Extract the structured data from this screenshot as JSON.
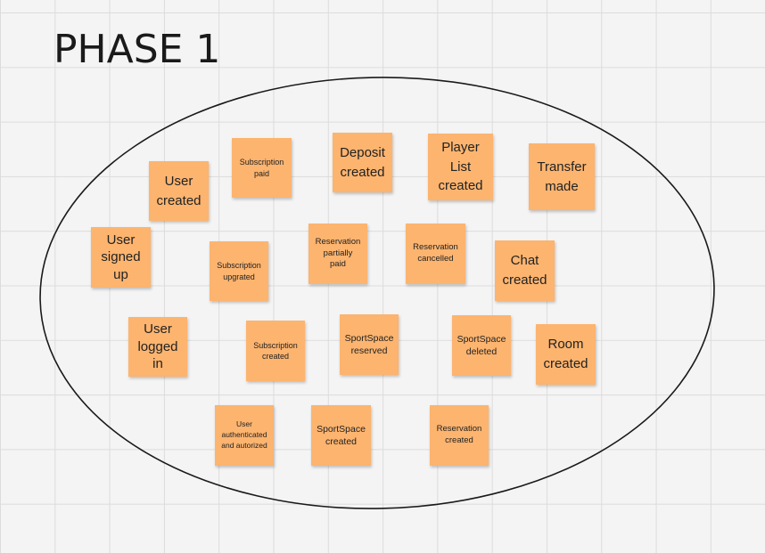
{
  "board": {
    "title": "PHASE 1"
  },
  "notes": {
    "user_created": "User\ncreated",
    "subscription_paid": "Subscription\npaid",
    "deposit_created": "Deposit\ncreated",
    "player_list_created": "Player\nList\ncreated",
    "transfer_made": "Transfer\nmade",
    "user_signed_up": "User\nsigned\nup",
    "subscription_upgrated": "Subscription\nupgrated",
    "reservation_partially_paid": "Reservation\npartially\npaid",
    "reservation_cancelled": "Reservation\ncancelled",
    "chat_created": "Chat\ncreated",
    "user_logged_in": "User\nlogged\nin",
    "subscription_created": "Subscription\ncreated",
    "sportspace_reserved": "SportSpace\nreserved",
    "sportspace_deleted": "SportSpace\ndeleted",
    "room_created": "Room\ncreated",
    "user_authenticated_and_autorized": "User\nauthenticated\nand autorized",
    "sportspace_created": "SportSpace\ncreated",
    "reservation_created": "Reservation\ncreated"
  },
  "colors": {
    "sticky_note": "#fcb46f",
    "boundary_line": "#1a1a1a",
    "canvas_background": "#f4f4f4",
    "grid_line": "#dcdcdc"
  }
}
